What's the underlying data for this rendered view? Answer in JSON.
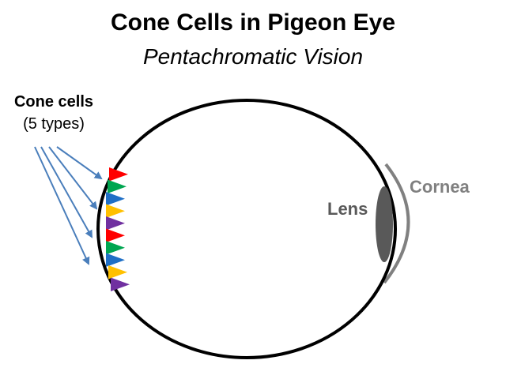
{
  "title": "Cone Cells in Pigeon Eye",
  "subtitle": "Pentachromatic Vision",
  "labels": {
    "cone_cells": "Cone cells",
    "cone_types": "(5 types)",
    "lens": "Lens",
    "cornea": "Cornea"
  },
  "colors": {
    "eye_outline": "#000000",
    "lens": "#595959",
    "cornea": "#808080",
    "arrow": "#4a7ebb",
    "cone_red": "#ff0000",
    "cone_green": "#00a651",
    "cone_blue": "#1f6fc6",
    "cone_yellow": "#ffc000",
    "cone_purple": "#7030a0"
  },
  "cone_sequence": [
    "red",
    "green",
    "blue",
    "yellow",
    "purple",
    "red",
    "green",
    "blue",
    "yellow",
    "purple"
  ]
}
